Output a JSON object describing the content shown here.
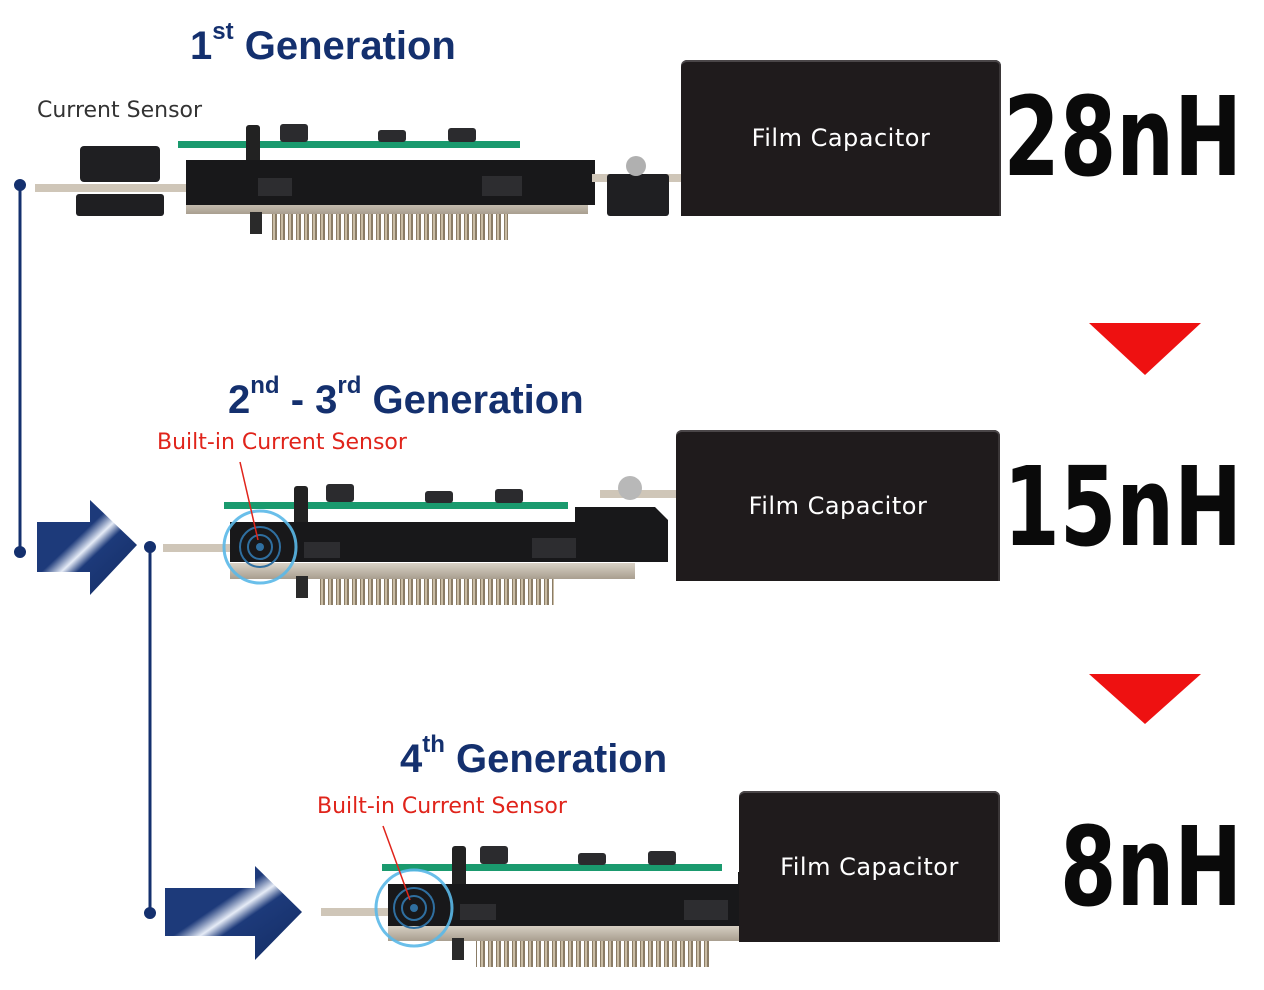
{
  "generations": [
    {
      "title_main": "1",
      "title_sup": "st",
      "title_rest": " Generation",
      "sensor_label": "Current Sensor",
      "capacitor_label": "Film Capacitor",
      "inductance": "28nH"
    },
    {
      "title_main": "2",
      "title_sup": "nd",
      "title_mid": " -  3",
      "title_sup2": "rd",
      "title_rest": " Generation",
      "sensor_label": "Built-in Current Sensor",
      "capacitor_label": "Film Capacitor",
      "inductance": "15nH"
    },
    {
      "title_main": "4",
      "title_sup": "th",
      "title_rest": " Generation",
      "sensor_label": "Built-in Current Sensor",
      "capacitor_label": "Film Capacitor",
      "inductance": "8nH"
    }
  ],
  "colors": {
    "title": "#14306e",
    "connector_line": "#14306e",
    "arrow_fill": "#14306e",
    "decrease_arrow": "#ee1111",
    "sensor_label": "#e0241b",
    "pcb": "#1a9a6e",
    "capacitor": "#1f1b1c",
    "sensor_highlight": "#5ab8e8"
  },
  "icons": [
    "right-arrow-icon",
    "down-triangle-icon",
    "sensor-highlight-icon"
  ]
}
